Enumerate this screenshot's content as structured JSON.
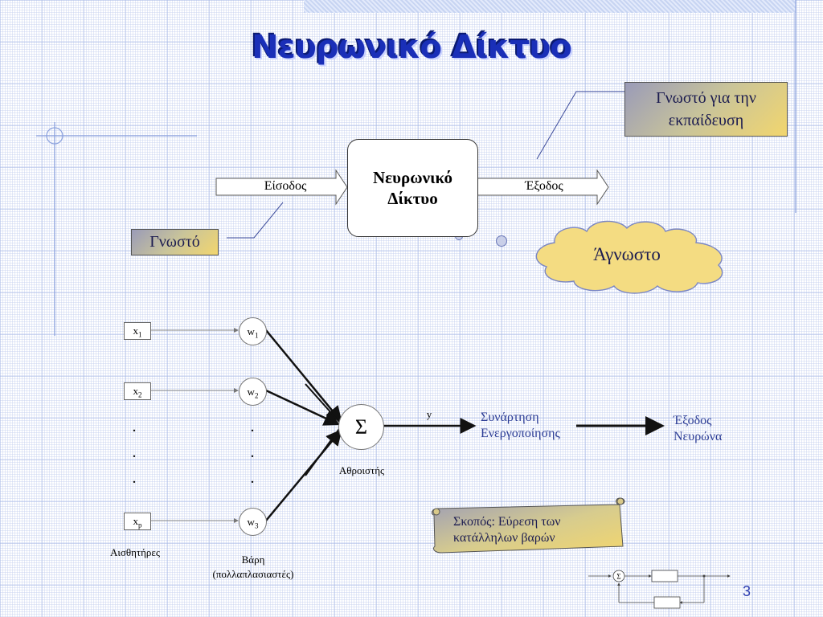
{
  "title": "Νευρωνικό Δίκτυο",
  "network_box": {
    "line1": "Νευρωνικό",
    "line2": "Δίκτυο"
  },
  "input_label": "Είσοδος",
  "output_label": "Έξοδος",
  "known_label": "Γνωστό",
  "training_label": {
    "line1": "Γνωστό για την",
    "line2": "εκπαίδευση"
  },
  "unknown_label": "Άγνωστο",
  "inputs": [
    {
      "name": "x",
      "sub": "1"
    },
    {
      "name": "x",
      "sub": "2"
    },
    {
      "name": "x",
      "sub": "p"
    }
  ],
  "weights": [
    {
      "name": "w",
      "sub": "1"
    },
    {
      "name": "w",
      "sub": "2"
    },
    {
      "name": "w",
      "sub": "3"
    }
  ],
  "dots": ".",
  "sensors_label": "Αισθητήρες",
  "weights_label": {
    "line1": "Βάρη",
    "line2": "(πολλαπλασιαστές)"
  },
  "summer_symbol": "Σ",
  "summer_label": "Αθροιστής",
  "y_label": "y",
  "activation_label": {
    "line1": "Συνάρτηση",
    "line2": "Ενεργοποίησης"
  },
  "neuron_output_label": {
    "line1": "Έξοδος",
    "line2": "Νευρώνα"
  },
  "goal_label": {
    "line1": "Σκοπός: Εύρεση των",
    "line2": "κατάλληλων βαρών"
  },
  "mini_sigma": "Σ",
  "page_number": "3",
  "colors": {
    "title": "#1a2fb8",
    "gold_end": "#f2d66e",
    "cloud": "#f4dc82",
    "text_blue": "#2b3c95"
  }
}
